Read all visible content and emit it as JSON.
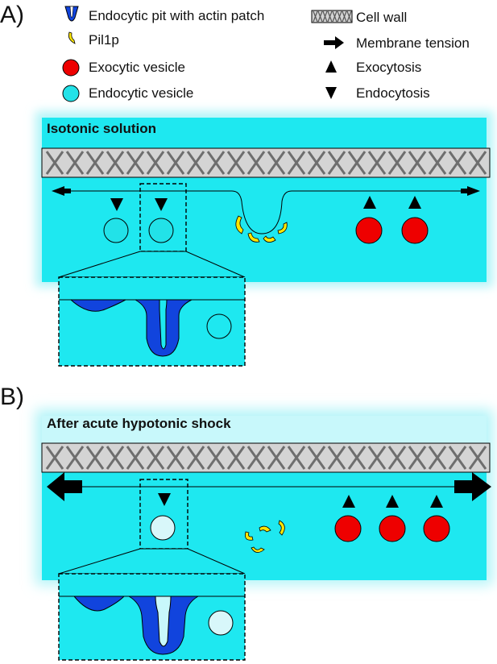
{
  "panels": {
    "a": {
      "letter": "A)",
      "title": "Isotonic solution"
    },
    "b": {
      "letter": "B)",
      "title": "After acute hypotonic shock"
    }
  },
  "legend": {
    "endocytic_pit": "Endocytic pit with actin patch",
    "pil1p": "Pil1p",
    "exocytic_vesicle": "Exocytic vesicle",
    "endocytic_vesicle": "Endocytic vesicle",
    "cell_wall": "Cell wall",
    "membrane_tension": "Membrane tension",
    "exocytosis": "Exocytosis",
    "endocytosis": "Endocytosis"
  },
  "colors": {
    "cytoplasm": "#1ee8f0",
    "glow": "#c8f8fb",
    "cell_wall": "#d4d4d4",
    "cell_wall_x": "#707070",
    "exocytic_vesicle": "#ee0000",
    "endocytic_vesicle_isotonic": "#22e2e8",
    "endocytic_vesicle_hypotonic": "#d8f7fa",
    "actin_pit": "#1144dd",
    "pil1p": "#ffe600"
  }
}
